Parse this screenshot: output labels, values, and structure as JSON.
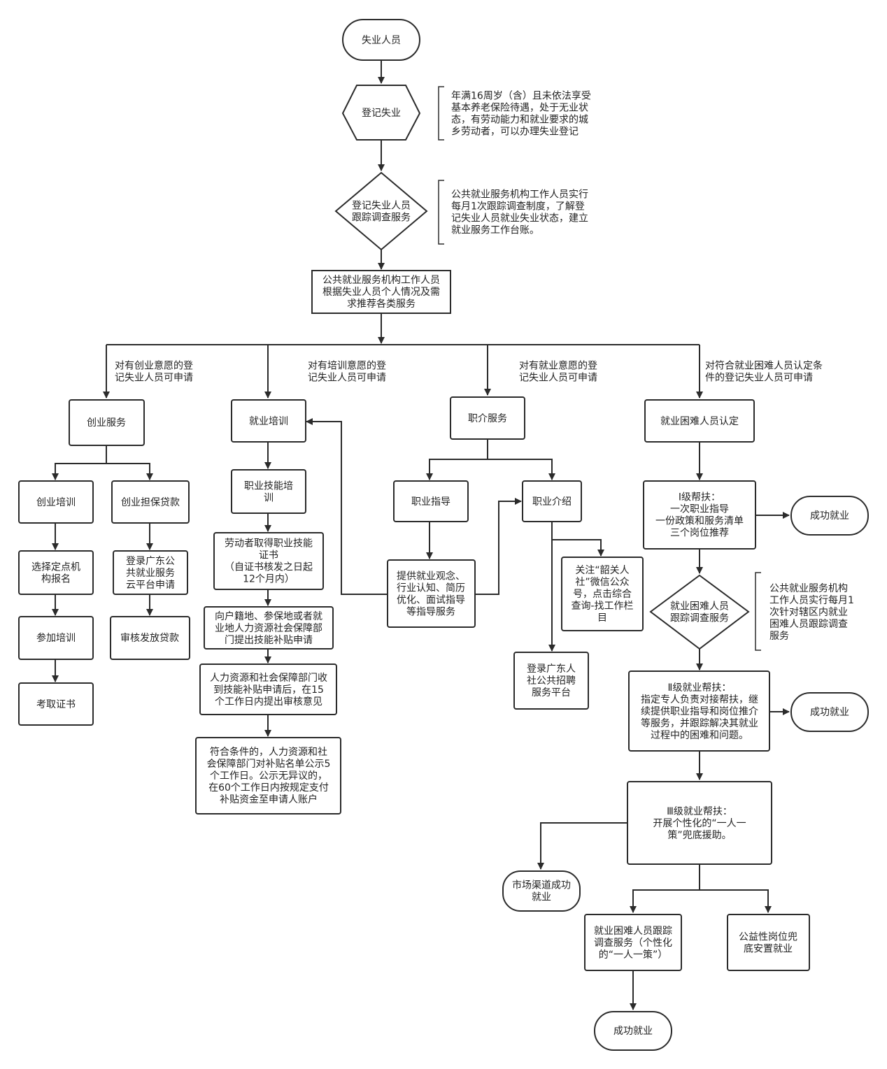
{
  "diagram": {
    "nodes": {
      "start": "失业人员",
      "register": "登记失业",
      "track1": "登记失业人员\n跟踪调查服务",
      "recommend": "公共就业服务机构工作人员\n根据失业人员个人情况及需\n求推荐各类服务",
      "startup": "创业服务",
      "training": "就业培训",
      "agency": "职介服务",
      "difficulty": "就业困难人员认定",
      "startup_training": "创业培训",
      "startup_loan": "创业担保贷款",
      "choose_site": "选择定点机\n构报名",
      "attend": "参加培训",
      "cert": "考取证书",
      "login_gd_cloud": "登录广东公\n共就业服务\n云平台申请",
      "loan_review": "审核发放贷款",
      "skill_training": "职业技能培\n训",
      "get_cert": "劳动者取得职业技能\n证书\n（自证书核发之日起\n12个月内）",
      "apply_subsidy": "向户籍地、参保地或者就\n业地人力资源社会保障部\n门提出技能补贴申请",
      "review_opinion": "人力资源和社会保障部门收\n到技能补贴申请后，在15\n个工作日内提出审核意见",
      "pay_subsidy": "符合条件的，人力资源和社\n会保障部门对补贴名单公示5\n个工作日。公示无异议的，\n在60个工作日内按规定支付\n补贴资金至申请人账户",
      "career_guidance": "职业指导",
      "job_intro": "职业介绍",
      "guidance_services": "提供就业观念、\n行业认知、简历\n优化、面试指导\n等指导服务",
      "wechat": "关注“韶关人\n社”微信公众\n号，点击综合\n查询-找工作栏\n目",
      "login_gd_hr": "登录广东人\n社公共招聘\n服务平台",
      "level1": "Ⅰ级帮扶：\n一次职业指导\n一份政策和服务清单\n三个岗位推荐",
      "success1": "成功就业",
      "track2": "就业困难人员\n跟踪调查服务",
      "level2": "Ⅱ级就业帮扶：\n指定专人负责对接帮扶，继\n续提供职业指导和岗位推介\n等服务，并跟踪解决其就业\n过程中的困难和问题。",
      "success2": "成功就业",
      "level3": "Ⅲ级就业帮扶：\n开展个性化的“一人一\n策”兜底援助。",
      "market": "市场渠道成功\n就业",
      "track3": "就业困难人员跟踪\n调查服务（个性化\n的“一人一策”）",
      "public_post": "公益性岗位兜\n底安置就业",
      "success3": "成功就业"
    },
    "annotations": {
      "age_note": "年满16周岁（含）且未依法享受\n基本养老保险待遇，处于无业状\n态，有劳动能力和就业要求的城\n乡劳动者，可以办理失业登记",
      "monthly_note": "公共就业服务机构工作人员实行\n每月1次跟踪调查制度，了解登\n记失业人员就业失业状态，建立\n就业服务工作台账。",
      "difficulty_note": "公共就业服务机构\n工作人员实行每月1\n次针对辖区内就业\n困难人员跟踪调查\n服务"
    },
    "branch_labels": {
      "startup": "对有创业意愿的登\n记失业人员可申请",
      "training": "对有培训意愿的登\n记失业人员可申请",
      "employment": "对有就业意愿的登\n记失业人员可申请",
      "difficulty": "对符合就业困难人员认定条\n件的登记失业人员可申请"
    }
  }
}
